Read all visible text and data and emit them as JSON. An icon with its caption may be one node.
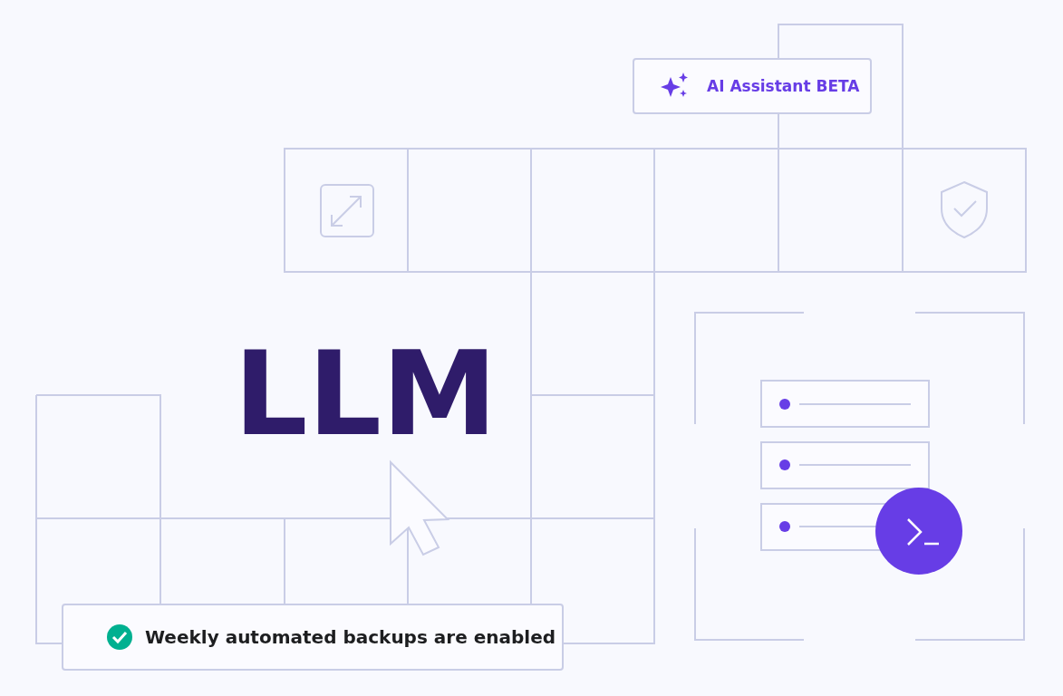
{
  "diagram": {
    "nodes": [
      {
        "text": [
          "AI Assistant BETA"
        ]
      },
      {
        "text": [
          "Weekly automated backups are enabled"
        ]
      }
    ],
    "labels": [
      "LLM"
    ]
  }
}
